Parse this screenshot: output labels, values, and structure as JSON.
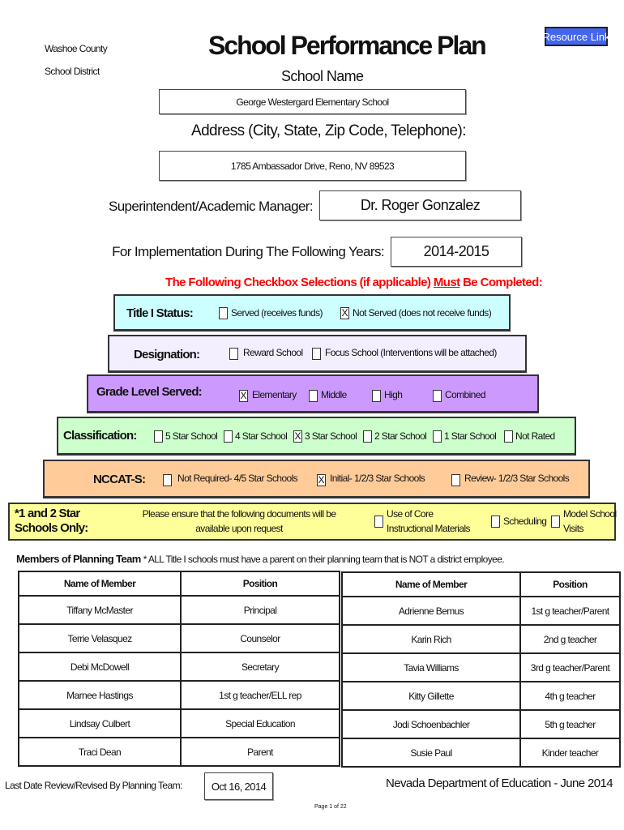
{
  "header": {
    "district_line1": "Washoe County",
    "district_line2": "School District",
    "title": "School Performance Plan",
    "resource_link": "Resource Link"
  },
  "school": {
    "label": "School Name",
    "value": "George Westergard Elementary School"
  },
  "address": {
    "label": "Address (City, State, Zip Code, Telephone):",
    "value": "1785 Ambassador Drive, Reno, NV 89523"
  },
  "superintendent": {
    "label": "Superintendent/Academic Manager:",
    "value": "Dr. Roger Gonzalez"
  },
  "years": {
    "label": "For Implementation During The Following Years:",
    "value": "2014-2015"
  },
  "checkbox_heading": {
    "before": "The Following Checkbox Selections (if applicable) ",
    "must": "Must",
    "after": " Be Completed:"
  },
  "colors": {
    "title1": "#ccffff",
    "designation": "#f3efff",
    "grade": "#cc99ff",
    "classification": "#ccffcc",
    "nccat": "#ffcc99",
    "star": "#ffff99",
    "heading_red": "#ff0000",
    "resource": "#4466ee"
  },
  "title1": {
    "label": "Title I Status:",
    "options": [
      {
        "text": "Served  (receives funds)",
        "checked": false
      },
      {
        "text": "Not Served  (does not receive funds)",
        "checked": true
      }
    ]
  },
  "designation": {
    "label": "Designation:",
    "options": [
      {
        "text": "Reward School",
        "checked": false
      },
      {
        "text": "Focus School  (Interventions will be attached)",
        "checked": false
      }
    ]
  },
  "grade": {
    "label": "Grade Level Served:",
    "options": [
      {
        "text": "Elementary",
        "checked": true
      },
      {
        "text": "Middle",
        "checked": false
      },
      {
        "text": "High",
        "checked": false
      },
      {
        "text": "Combined",
        "checked": false
      }
    ]
  },
  "classification": {
    "label": "Classification:",
    "options": [
      {
        "text": "5 Star School",
        "checked": false
      },
      {
        "text": "4 Star School",
        "checked": false
      },
      {
        "text": "3 Star School",
        "checked": true
      },
      {
        "text": "2 Star School",
        "checked": false
      },
      {
        "text": "1 Star School",
        "checked": false
      },
      {
        "text": "Not Rated",
        "checked": false
      }
    ]
  },
  "nccat": {
    "label": "NCCAT-S:",
    "options": [
      {
        "text": "Not Required- 4/5 Star Schools",
        "checked": false
      },
      {
        "text": "Initial- 1/2/3 Star Schools",
        "checked": true
      },
      {
        "text": "Review- 1/2/3 Star Schools",
        "checked": false
      }
    ]
  },
  "star": {
    "label": "*1 and 2 Star Schools Only:",
    "note1": "Please ensure that the following documents will be",
    "note2": "available upon request",
    "options": [
      {
        "l1": "Use of Core",
        "l2": "Instructional Materials",
        "checked": false
      },
      {
        "l1": "Scheduling",
        "l2": "",
        "checked": false
      },
      {
        "l1": "Model School",
        "l2": "Visits",
        "checked": false
      }
    ]
  },
  "team": {
    "heading": "Members of Planning Team",
    "note": "* ALL Title I schools must have a parent on their planning team that is NOT a district employee.",
    "col_name": "Name of Member",
    "col_position": "Position",
    "left": [
      [
        "Tiffany McMaster",
        "Principal"
      ],
      [
        "Terrie Velasquez",
        "Counselor"
      ],
      [
        "Debi McDowell",
        "Secretary"
      ],
      [
        "Marnee Hastings",
        "1st g teacher/ELL rep"
      ],
      [
        "Lindsay Culbert",
        "Special Education"
      ],
      [
        "Traci Dean",
        "Parent"
      ]
    ],
    "right": [
      [
        "Adrienne Bemus",
        "1st g teacher/Parent"
      ],
      [
        "Karin Rich",
        "2nd g teacher"
      ],
      [
        "Tavia Williams",
        "3rd g teacher/Parent"
      ],
      [
        "Kitty Gillette",
        "4th g teacher"
      ],
      [
        "Jodi Schoenbachler",
        "5th g teacher"
      ],
      [
        "Susie Paul",
        "Kinder teacher"
      ]
    ]
  },
  "footer": {
    "review_label": "Last Date Review/Revised By Planning Team:",
    "review_date": "Oct 16, 2014",
    "department": "Nevada Department of Education - June 2014",
    "page": "Page 1 of 22"
  }
}
